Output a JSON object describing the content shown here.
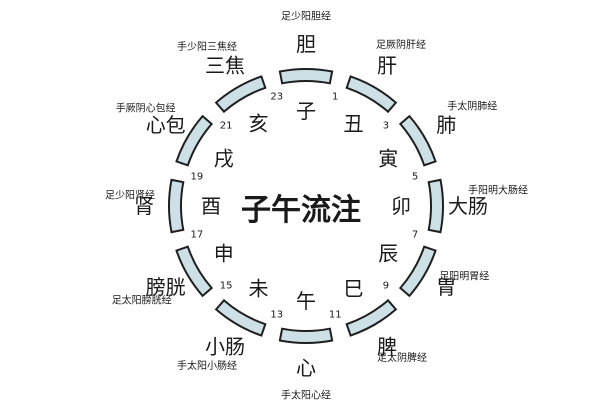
{
  "center_title": "子午流注",
  "hours": [
    "1",
    "3",
    "5",
    "7",
    "9",
    "11",
    "13",
    "15",
    "17",
    "19",
    "21",
    "23"
  ],
  "branches": [
    "子",
    "丑",
    "寅",
    "卯",
    "辰",
    "巳",
    "午",
    "未",
    "申",
    "酉",
    "戌",
    "亥"
  ],
  "organs": [
    "胆",
    "肝",
    "肺",
    "大肠",
    "胃",
    "脾",
    "心",
    "小肠",
    "膀胱",
    "肾",
    "心包",
    "三焦"
  ],
  "meridians": [
    "足少阳胆经",
    "足厥阴肝经",
    "手太阴肺经",
    "手阳明大肠经",
    "足阳明胃经",
    "足太阴脾经",
    "手太阳心经",
    "手太阳小肠经",
    "足太阳膀胱经",
    "足少阳肾经",
    "手厥阴心包经",
    "手少阳三焦经"
  ],
  "colors": {
    "segment_fill": "#cde0e6",
    "segment_stroke": "#1f1f1f",
    "text": "#1a1a1a",
    "background": "#ffffff"
  }
}
